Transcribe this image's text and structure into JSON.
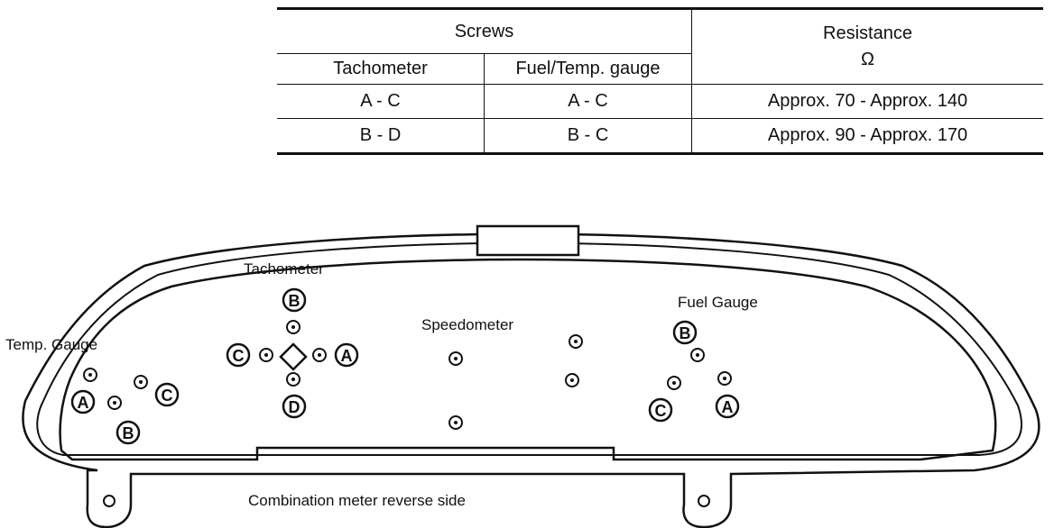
{
  "table": {
    "header": {
      "screws": "Screws",
      "resistance": "Resistance",
      "tachometer": "Tachometer",
      "fuel_temp": "Fuel/Temp. gauge",
      "unit": "Ω"
    },
    "rows": [
      {
        "tach": "A - C",
        "fuel": "A - C",
        "resistance": "Approx. 70 - Approx. 140"
      },
      {
        "tach": "B - D",
        "fuel": "B - C",
        "resistance": "Approx. 90 - Approx. 170"
      }
    ]
  },
  "diagram": {
    "labels": {
      "tachometer": "Tachometer",
      "fuel_gauge": "Fuel Gauge",
      "temp_gauge": "Temp. Gauge",
      "speedometer": "Speedometer",
      "caption": "Combination meter reverse side"
    },
    "terminals": {
      "a": "A",
      "b": "B",
      "c": "C",
      "d": "D"
    }
  }
}
